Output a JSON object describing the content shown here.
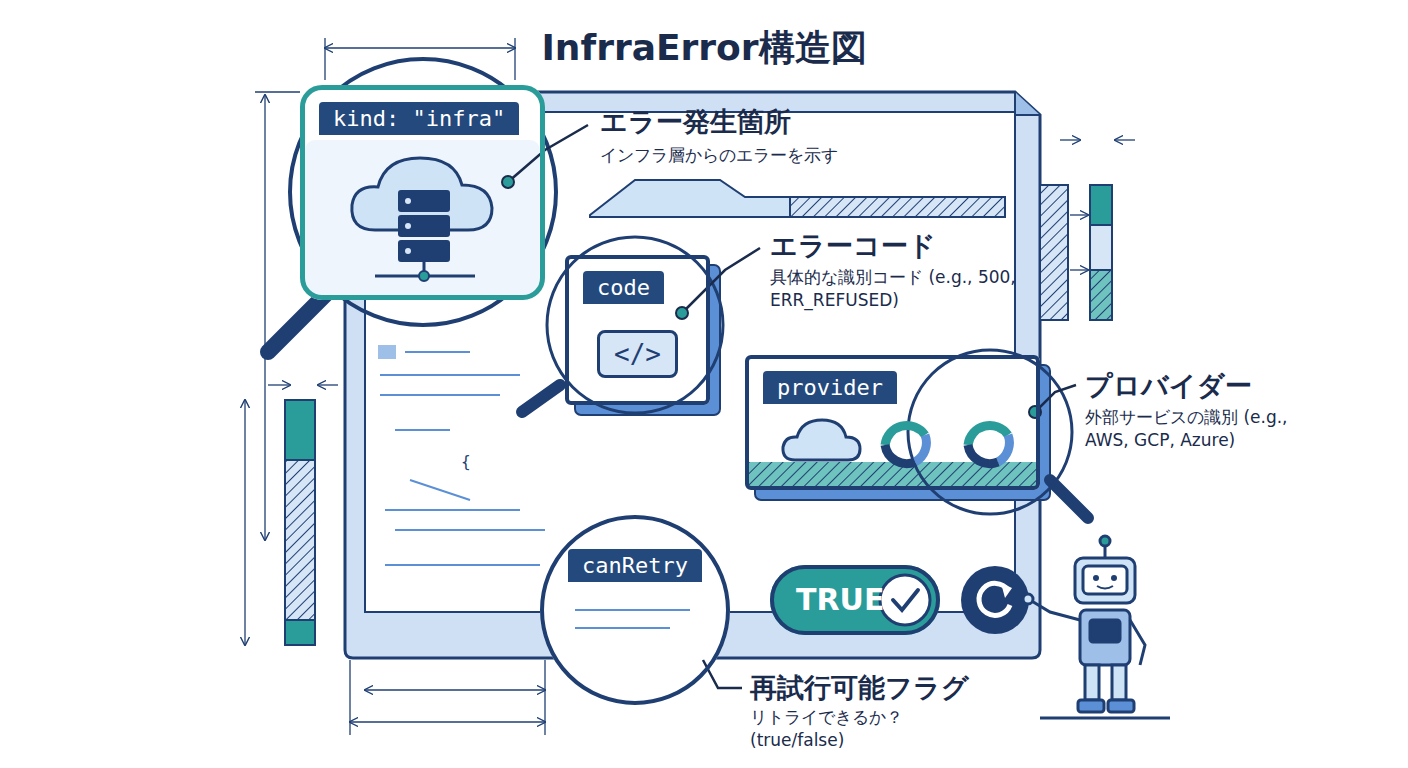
{
  "diagram": {
    "title": "InfrraError構造図",
    "nodes": [
      {
        "text": [
          "kind: \"infra\""
        ]
      },
      {
        "text": [
          "code",
          "</>"
        ]
      },
      {
        "text": [
          "provider"
        ]
      },
      {
        "text": [
          "canRetry"
        ]
      },
      {
        "text": [
          "TRUE"
        ]
      }
    ],
    "labels": [
      "エラー発生箇所",
      "インフラ層からのエラーを示す",
      "エラーコード",
      "具体的な識別コード (e.g., 500, ERR_REFUSED)",
      "プロバイダー",
      "外部サービスの識別 (e.g., AWS, GCP, Azure)",
      "再試行可能フラグ",
      "リトライできるか？ (true/false)",
      "{"
    ]
  }
}
